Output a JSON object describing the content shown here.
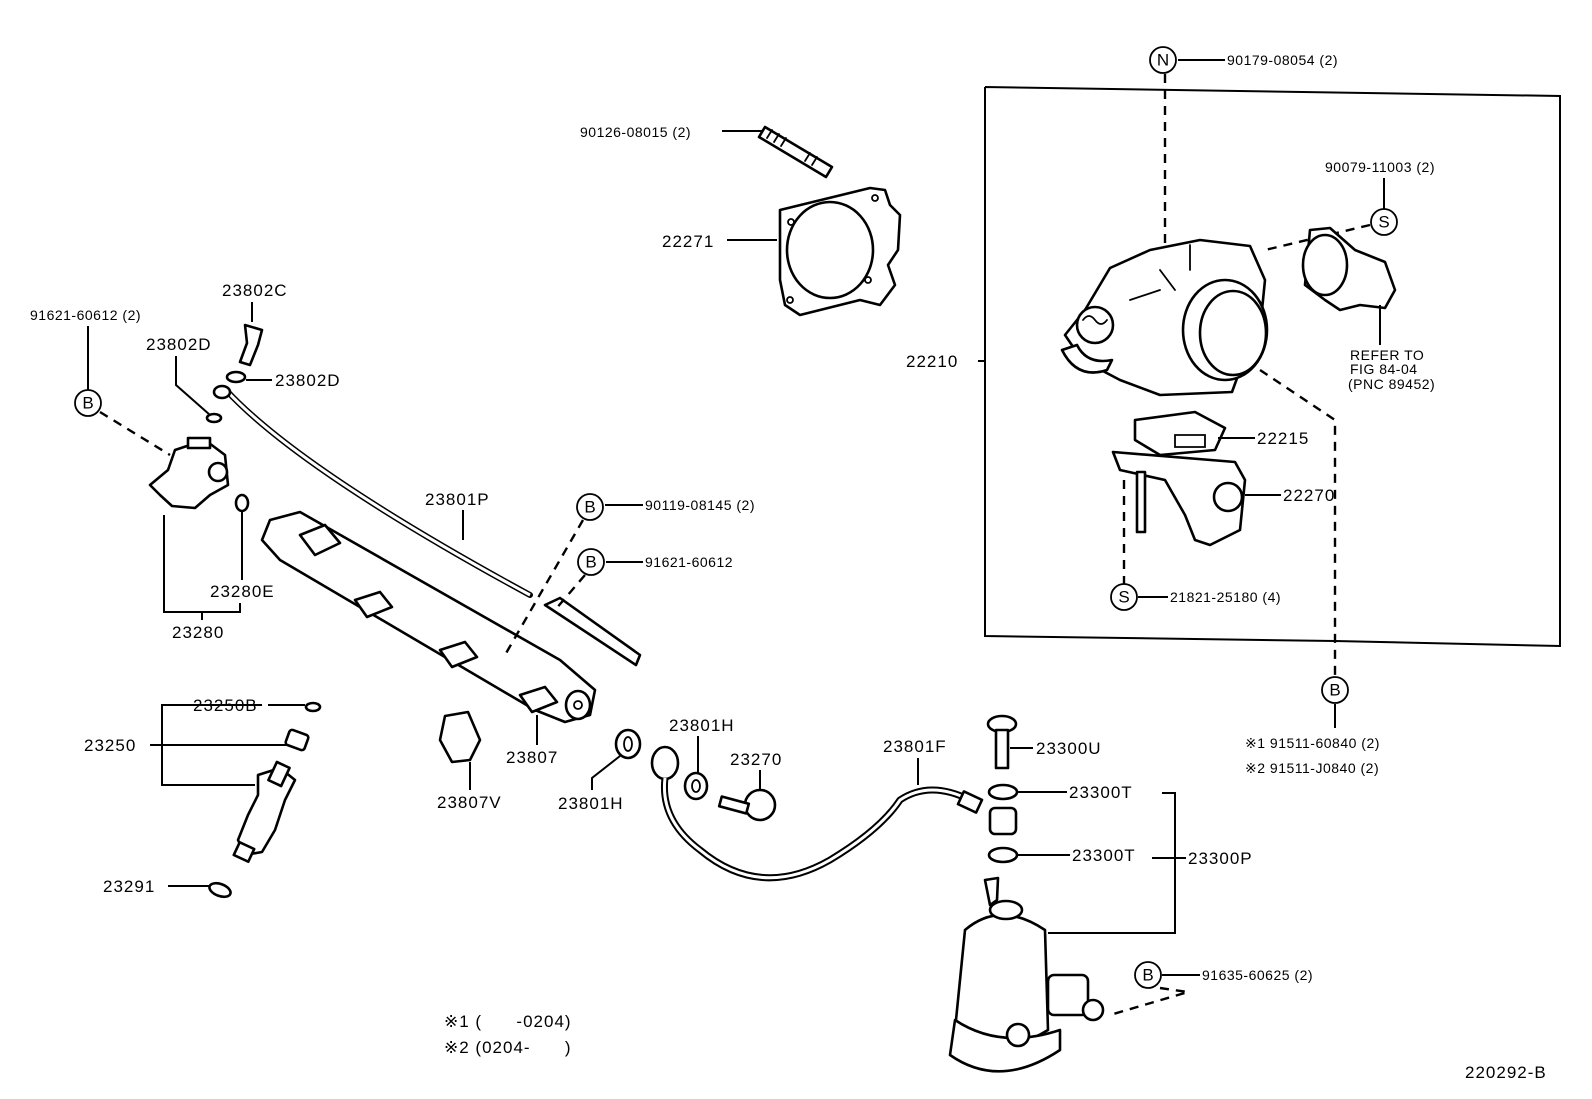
{
  "diagram": {
    "figure_id": "220292-B",
    "notes": {
      "note1": "※1 (      -0204)",
      "note2": "※2 (0204-      )"
    },
    "symbols": {
      "B": "B",
      "N": "N",
      "S": "S"
    },
    "labels": {
      "p90179_08054": "90179-08054 (2)",
      "p90126_08015": "90126-08015 (2)",
      "p22271": "22271",
      "p90079_11003": "90079-11003 (2)",
      "p22210": "22210",
      "refer1": "REFER TO",
      "refer2": "FIG 84-04",
      "refer3": "(PNC 89452)",
      "p22215": "22215",
      "p22270": "22270",
      "p21821_25180": "21821-25180 (4)",
      "p91511_60840": "※1 91511-60840 (2)",
      "p91511_J0840": "※2 91511-J0840 (2)",
      "p23802C": "23802C",
      "p91621_60612_2": "91621-60612 (2)",
      "p23802D_a": "23802D",
      "p23802D_b": "23802D",
      "p23801P": "23801P",
      "p90119_08145": "90119-08145 (2)",
      "p91621_60612": "91621-60612",
      "p23280E": "23280E",
      "p23280": "23280",
      "p23250B": "23250B",
      "p23250": "23250",
      "p23291": "23291",
      "p23807V": "23807V",
      "p23807": "23807",
      "p23801H_a": "23801H",
      "p23801H_b": "23801H",
      "p23270": "23270",
      "p23801F": "23801F",
      "p23300U": "23300U",
      "p23300T_a": "23300T",
      "p23300T_b": "23300T",
      "p23300P": "23300P",
      "p91635_60625": "91635-60625 (2)"
    }
  }
}
